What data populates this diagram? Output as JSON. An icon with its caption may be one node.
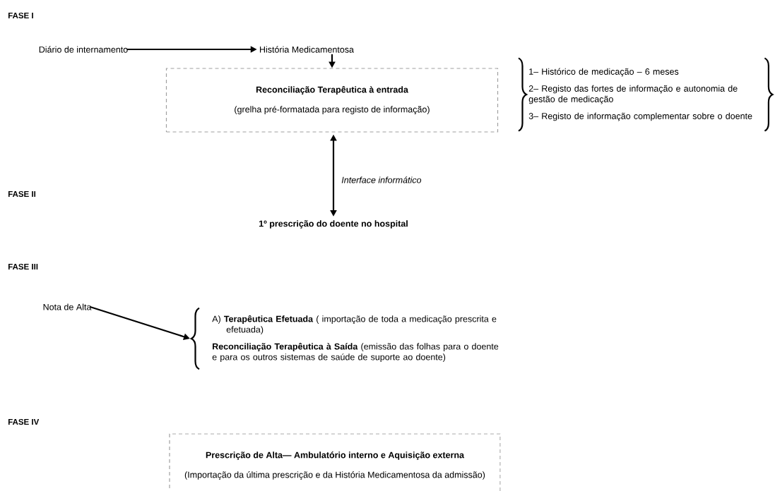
{
  "diagram": {
    "nodes": [
      {
        "text": [
          "Diário de internamento"
        ]
      },
      {
        "text": [
          "História Medicamentosa"
        ]
      },
      {
        "text": [
          "Reconciliação Terapêutica à entrada",
          "(grelha pré-formatada para registo de informação)"
        ]
      },
      {
        "text": [
          "1– Histórico de medicação – 6 meses",
          "2– Registo das fortes de informação e autonomia de gestão de medicação",
          "3– Registo de informação complementar sobre o doente"
        ]
      },
      {
        "text": [
          "1º prescrição do doente no hospital"
        ]
      },
      {
        "text": [
          "Nota de Alta"
        ]
      },
      {
        "text": [
          "A) **Terapêutica Efetuada** ( importação de toda a medicação prescrita e efetuada)",
          "**Reconciliação Terapêutica à Saída** (emissão das folhas para o doente e para os outros sistemas de saúde de suporte ao doente)"
        ]
      },
      {
        "text": [
          "Prescrição de Alta— Ambulatório interno e Aquisição externa",
          "(Importação da última prescrição e da História Medicamentosa da admissão)"
        ]
      }
    ],
    "edges": [
      {
        "from": 0,
        "to": 1,
        "arrow": "to"
      },
      {
        "from": 1,
        "to": 2,
        "arrow": "to"
      },
      {
        "from": 2,
        "to": 4,
        "arrow": "both",
        "label": "Interface informático"
      },
      {
        "from": 5,
        "to": 6,
        "arrow": "to"
      }
    ],
    "labels": [
      "FASE I",
      "FASE II",
      "FASE III",
      "FASE IV"
    ]
  }
}
